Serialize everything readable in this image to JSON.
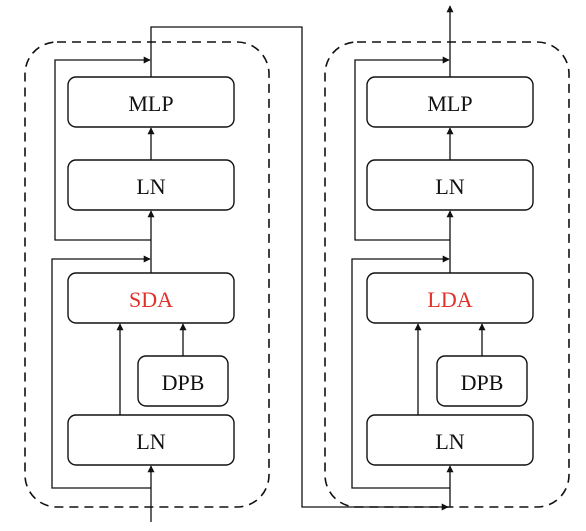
{
  "colors": {
    "line": "#111111",
    "box_fill": "#ffffff",
    "highlight_text": "#e0302a",
    "normal_text": "#111111"
  },
  "blocks": [
    {
      "id": "left",
      "mlp_label": "MLP",
      "ln_top_label": "LN",
      "attention_label": "SDA",
      "dpb_label": "DPB",
      "ln_bottom_label": "LN"
    },
    {
      "id": "right",
      "mlp_label": "MLP",
      "ln_top_label": "LN",
      "attention_label": "LDA",
      "dpb_label": "DPB",
      "ln_bottom_label": "LN"
    }
  ]
}
